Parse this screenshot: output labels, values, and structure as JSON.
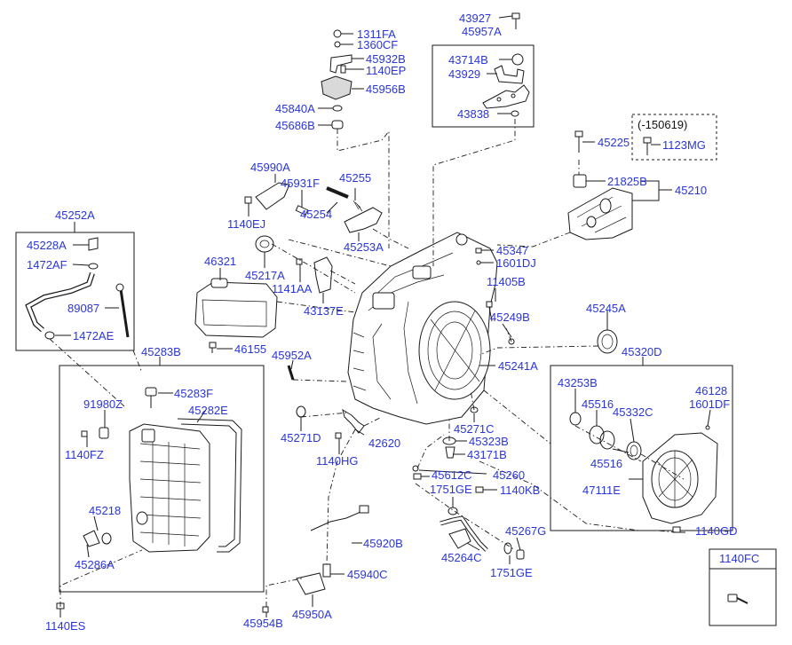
{
  "colors": {
    "label": "#2a36d8",
    "line": "#1a1a1a"
  },
  "labels": {
    "p1311FA": "1311FA",
    "p1360CF": "1360CF",
    "p45932B": "45932B",
    "p1140EP": "1140EP",
    "p45956B": "45956B",
    "p45840A": "45840A",
    "p45686B": "45686B",
    "p43927": "43927",
    "p45957A": "45957A",
    "p43714B": "43714B",
    "p43929": "43929",
    "p43838": "43838",
    "p150619": "(-150619)",
    "p45225": "45225",
    "p1123MG": "1123MG",
    "p21825B": "21825B",
    "p45210": "45210",
    "p45990A": "45990A",
    "p45931F": "45931F",
    "p45255": "45255",
    "p1140EJ": "1140EJ",
    "p45254": "45254",
    "p45253A": "45253A",
    "p45252A": "45252A",
    "p45228A": "45228A",
    "p1472AF": "1472AF",
    "p89087": "89087",
    "p1472AE": "1472AE",
    "p46321": "46321",
    "p45217A": "45217A",
    "p1141AA": "1141AA",
    "p43137E": "43137E",
    "p45347": "45347",
    "p1601DJ": "1601DJ",
    "p11405B": "11405B",
    "p45249B": "45249B",
    "p45245A": "45245A",
    "p46155": "46155",
    "p45952A": "45952A",
    "p45241A": "45241A",
    "p45283B": "45283B",
    "p45320D": "45320D",
    "p91980Z": "91980Z",
    "p45283F": "45283F",
    "p45282E": "45282E",
    "p43253B": "43253B",
    "p45516a": "45516",
    "p45332C": "45332C",
    "p46128": "46128",
    "p1601DF": "1601DF",
    "p1140FZ": "1140FZ",
    "p45271D": "45271D",
    "p42620": "42620",
    "p45271C": "45271C",
    "p45323B": "45323B",
    "p43171B": "43171B",
    "p1140HG": "1140HG",
    "p45516b": "45516",
    "p45612C": "45612C",
    "p45260": "45260",
    "p1751GEa": "1751GE",
    "p1140KB": "1140KB",
    "p47111E": "47111E",
    "p45218": "45218",
    "p45920B": "45920B",
    "p45267G": "45267G",
    "p1140GD": "1140GD",
    "p45286A": "45286A",
    "p45264C": "45264C",
    "p1751GEb": "1751GE",
    "p1140FC": "1140FC",
    "p45940C": "45940C",
    "p1140ES": "1140ES",
    "p45954B": "45954B",
    "p45950A": "45950A"
  }
}
